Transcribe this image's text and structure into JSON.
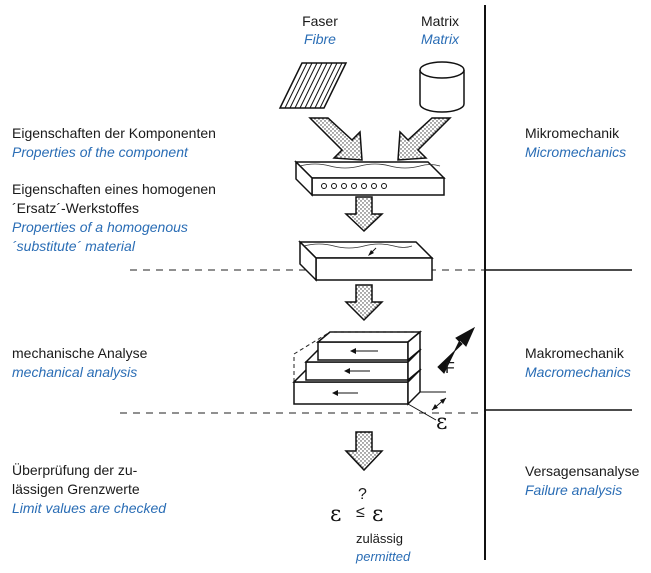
{
  "top": {
    "fibre": {
      "de": "Faser",
      "en": "Fibre"
    },
    "matrix": {
      "de": "Matrix",
      "en": "Matrix"
    }
  },
  "left": [
    {
      "de": "Eigenschaften der Komponenten",
      "en": "Properties of the component"
    },
    {
      "de": "Eigenschaften eines homogenen",
      "de2": "´Ersatz´-Werkstoffes",
      "en": "Properties of a homogenous",
      "en2": "´substitute´ material"
    },
    {
      "de": "mechanische Analyse",
      "en": "mechanical analysis"
    },
    {
      "de": "Überprüfung der zu-",
      "de2": "lässigen Grenzwerte",
      "en": "Limit values are checked"
    }
  ],
  "right": [
    {
      "de": "Mikromechanik",
      "en": "Micromechanics"
    },
    {
      "de": "Makromechanik",
      "en": "Macromechanics"
    },
    {
      "de": "Versagensanalyse",
      "en": "Failure analysis"
    }
  ],
  "center": {
    "force_label": "F",
    "strain_label": "ε",
    "check_lhs": "ε",
    "check_rhs": "ε",
    "check_question": "?",
    "check_relation": "≤",
    "permitted_de": "zulässig",
    "permitted_en": "permitted"
  },
  "colors": {
    "english_text": "#2a6db5",
    "ink": "#1a1a1a"
  }
}
